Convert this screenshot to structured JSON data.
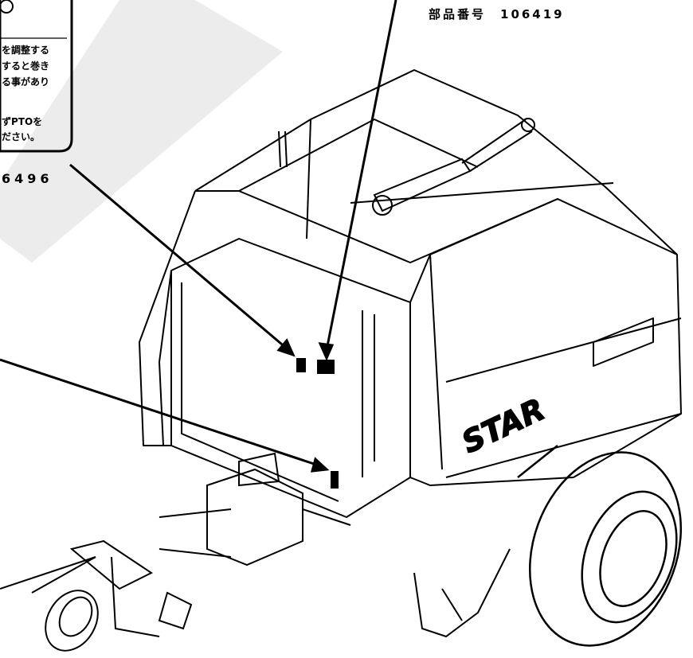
{
  "diagram": {
    "part_number_label": "部品番号　106419",
    "left_label_part_number": "6496",
    "left_label_text_lines": [
      "を調整する",
      "すると巻き",
      "る事があり",
      "ずPTOを",
      "ださい。"
    ],
    "brand_text": "STAR"
  }
}
